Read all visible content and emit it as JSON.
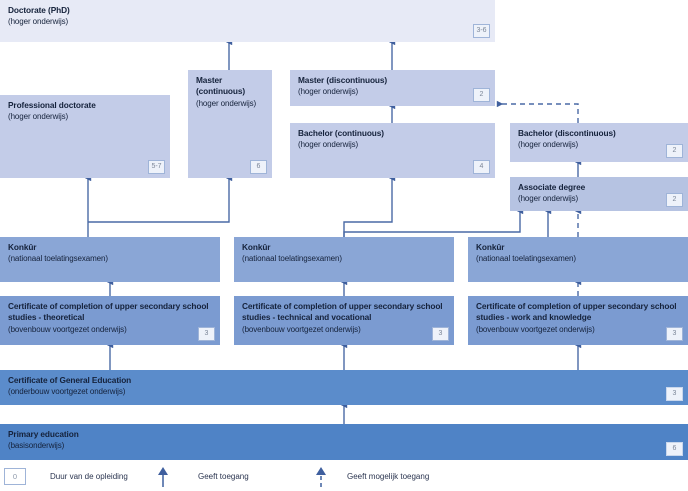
{
  "diagram": {
    "title": "Onderwijssysteem diagram",
    "colors": {
      "phd": "#e7eaf6",
      "higher": "#c3cce8",
      "mid": "#b6c3e2",
      "konkur": "#8aa6d6",
      "certificate": "#7b9bd1",
      "general": "#5b8ccb",
      "primary": "#4f83c6",
      "arrow": "#4a6aa5",
      "badge_border": "#9fb4d8",
      "badge_text": "#7b8698"
    },
    "boxes": [
      {
        "id": "doctorate",
        "title": "Doctorate (PhD)",
        "title2": "",
        "subtitle": "(hoger onderwijs)",
        "badge": "3-6"
      },
      {
        "id": "professional-doctorate",
        "title": "Professional doctorate",
        "title2": "",
        "subtitle": "(hoger onderwijs)",
        "badge": "5-7"
      },
      {
        "id": "master-continuous",
        "title": "Master",
        "title2": "(continuous)",
        "subtitle": "(hoger onderwijs)",
        "badge": "6"
      },
      {
        "id": "master-discontinuous",
        "title": "Master (discontinuous)",
        "title2": "",
        "subtitle": "(hoger onderwijs)",
        "badge": "2"
      },
      {
        "id": "bachelor-continuous",
        "title": "Bachelor (continuous)",
        "title2": "",
        "subtitle": "(hoger onderwijs)",
        "badge": "4"
      },
      {
        "id": "bachelor-discontinuous",
        "title": "Bachelor (discontinuous)",
        "title2": "",
        "subtitle": "(hoger onderwijs)",
        "badge": "2"
      },
      {
        "id": "associate-degree",
        "title": "Associate degree",
        "title2": "",
        "subtitle": "(hoger onderwijs)",
        "badge": "2"
      },
      {
        "id": "konkur-left",
        "title": "Konkûr",
        "title2": "",
        "subtitle": "(nationaal toelatingsexamen)",
        "badge": ""
      },
      {
        "id": "konkur-middle",
        "title": "Konkûr",
        "title2": "",
        "subtitle": "(nationaal toelatingsexamen)",
        "badge": ""
      },
      {
        "id": "konkur-right",
        "title": "Konkûr",
        "title2": "",
        "subtitle": "(nationaal toelatingsexamen)",
        "badge": ""
      },
      {
        "id": "cert-theoretical",
        "title": "Certificate of completion of upper secondary school",
        "title2": "studies - theoretical",
        "subtitle": "(bovenbouw voortgezet onderwijs)",
        "badge": "3"
      },
      {
        "id": "cert-technical",
        "title": "Certificate of completion of upper secondary school",
        "title2": "studies - technical and vocational",
        "subtitle": "(bovenbouw voortgezet onderwijs)",
        "badge": "3"
      },
      {
        "id": "cert-work",
        "title": "Certificate of completion of upper secondary school",
        "title2": "studies - work and knowledge",
        "subtitle": "(bovenbouw voortgezet onderwijs)",
        "badge": "3"
      },
      {
        "id": "general-education",
        "title": "Certificate of General Education",
        "title2": "",
        "subtitle": "(onderbouw voortgezet onderwijs)",
        "badge": "3"
      },
      {
        "id": "primary-education",
        "title": "Primary education",
        "title2": "",
        "subtitle": "(basisonderwijs)",
        "badge": "6"
      }
    ],
    "legend": {
      "duration_badge": "0",
      "duration_label": "Duur van de opleiding",
      "access_label": "Geeft toegang",
      "possible_access_label": "Geeft mogelijk toegang"
    }
  }
}
